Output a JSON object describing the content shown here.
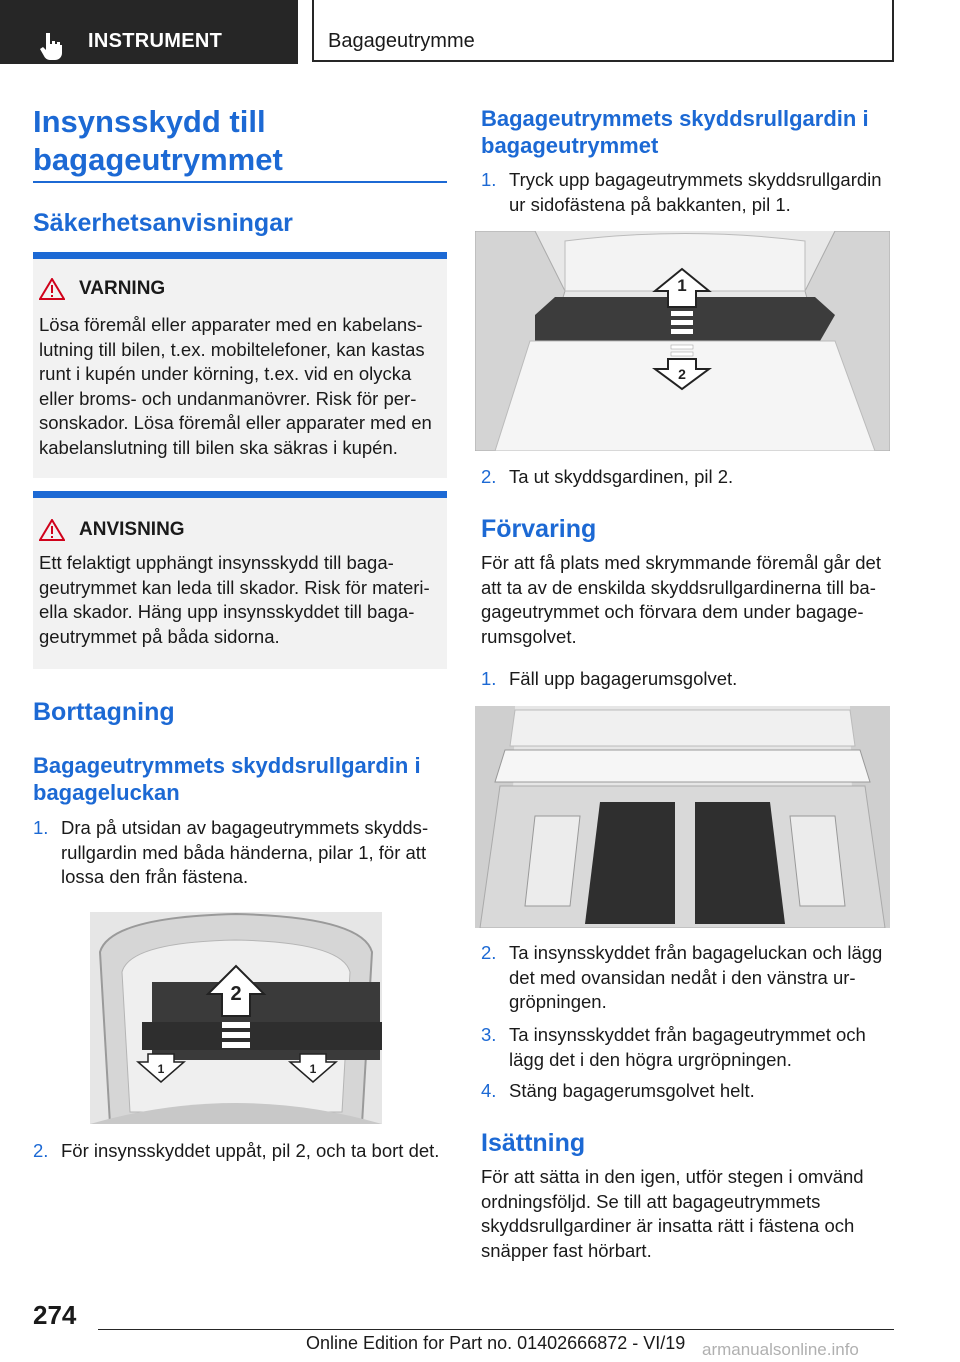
{
  "header": {
    "section": "INSTRUMENT",
    "chapter": "Bagageutrymme"
  },
  "left": {
    "title": "Insynsskydd till bagageutrymmet",
    "safety_heading": "Säkerhetsanvisningar",
    "warning": {
      "title": "VARNING",
      "text": "Lösa föremål eller apparater med en kabelans­lutning till bilen, t.ex. mobiltelefoner, kan kastas runt i kupén under körning, t.ex. vid en olycka eller broms- och undanmanövrer. Risk för per­sonskador. Lösa föremål eller apparater med en kabelanslutning till bilen ska säkras i kupén."
    },
    "notice": {
      "title": "ANVISNING",
      "text": "Ett felaktigt upphängt insynsskydd till baga­geutrymmet kan leda till skador. Risk för materi­ella skador. Häng upp insynsskyddet till baga­geutrymmet på båda sidorna."
    },
    "removal_heading": "Borttagning",
    "tailgate_heading": "Bagageutrymmets skyddsrullgardin i bagageluckan",
    "steps": [
      {
        "num": "1.",
        "text": "Dra på utsidan av bagageutrymmets skydds­rullgardin med båda händerna, pilar 1, för att lossa den från fästena."
      },
      {
        "num": "2.",
        "text": "För insynsskyddet uppåt, pil 2, och ta bort det."
      }
    ],
    "figure_labels": {
      "arrow_up": "2",
      "arrow_left": "1",
      "arrow_right": "1"
    }
  },
  "right": {
    "cargo_heading": "Bagageutrymmets skyddsrullgardin i bagageutrymmet",
    "cargo_steps": [
      {
        "num": "1.",
        "text": "Tryck upp bagageutrymmets skyddsrullgar­din ur sidofästena på bakkanten, pil 1."
      },
      {
        "num": "2.",
        "text": "Ta ut skyddsgardinen, pil 2."
      }
    ],
    "figure_labels": {
      "arrow_up": "1",
      "arrow_down": "2"
    },
    "storage_heading": "Förvaring",
    "storage_intro": "För att få plats med skrymmande föremål går det att ta av de enskilda skyddsrullgardinerna till ba­gageutrymmet och förvara dem under bagage­rumsgolvet.",
    "storage_steps": [
      {
        "num": "1.",
        "text": "Fäll upp bagagerumsgolvet."
      },
      {
        "num": "2.",
        "text": "Ta insynsskyddet från bagageluckan och lägg det med ovansidan nedåt i den vänstra ur­gröpningen."
      },
      {
        "num": "3.",
        "text": "Ta insynsskyddet från bagageutrymmet och lägg det i den högra urgröpningen."
      },
      {
        "num": "4.",
        "text": "Stäng bagagerumsgolvet helt."
      }
    ],
    "insert_heading": "Isättning",
    "insert_text": "För att sätta in den igen, utför stegen i omvänd ordningsföljd. Se till att bagageutrymmets skyddsrullgardiner är insatta rätt i fästena och snäpper fast hörbart."
  },
  "footer": {
    "page": "274",
    "edition": "Online Edition for Part no. 01402666872 - VI/19",
    "watermark": "armanualsonline.info"
  },
  "colors": {
    "accent": "#1c69d4",
    "header_dark": "#262626",
    "box_bg": "#f2f2f2"
  }
}
